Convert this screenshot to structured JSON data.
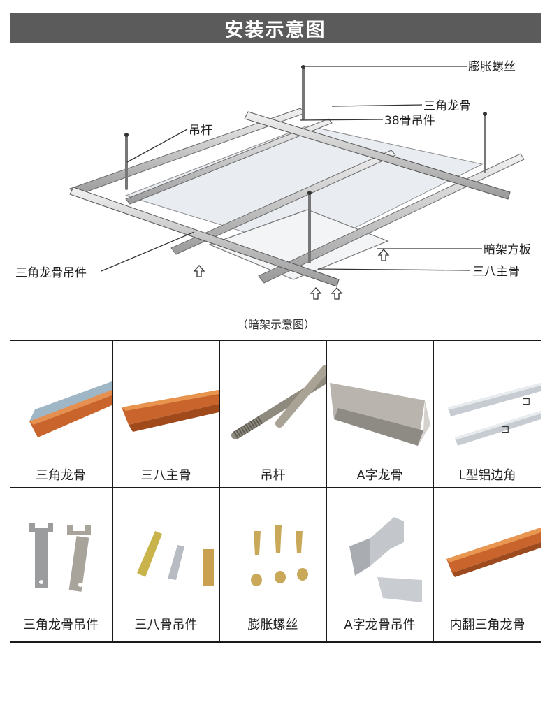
{
  "header": {
    "title": "安装示意图"
  },
  "diagram": {
    "labels": {
      "expansion_bolt": "膨胀螺丝",
      "triangle_keel": "三角龙骨",
      "hanger_38": "38骨吊件",
      "rod": "吊杆",
      "concealed_panel": "暗架方板",
      "triangle_keel_hanger": "三角龙骨吊件",
      "main_keel_38": "三八主骨"
    },
    "caption": "（暗架示意图）"
  },
  "parts": {
    "row1": [
      {
        "label": "三角龙骨",
        "icon": "triangle-keel-icon"
      },
      {
        "label": "三八主骨",
        "icon": "main-keel-icon"
      },
      {
        "label": "吊杆",
        "icon": "threaded-rod-icon"
      },
      {
        "label": "A字龙骨",
        "icon": "a-keel-icon"
      },
      {
        "label": "L型铝边角",
        "icon": "l-edge-icon"
      }
    ],
    "row2": [
      {
        "label": "三角龙骨吊件",
        "icon": "keel-hanger-icon"
      },
      {
        "label": "三八骨吊件",
        "icon": "hanger-38-icon"
      },
      {
        "label": "膨胀螺丝",
        "icon": "expansion-bolt-icon"
      },
      {
        "label": "A字龙骨吊件",
        "icon": "a-keel-hanger-icon"
      },
      {
        "label": "内翻三角龙骨",
        "icon": "inverted-keel-icon"
      }
    ]
  },
  "colors": {
    "title_bar": "#5b5b5b",
    "copper": "#c8642c",
    "steel": "#b8bcc2"
  }
}
